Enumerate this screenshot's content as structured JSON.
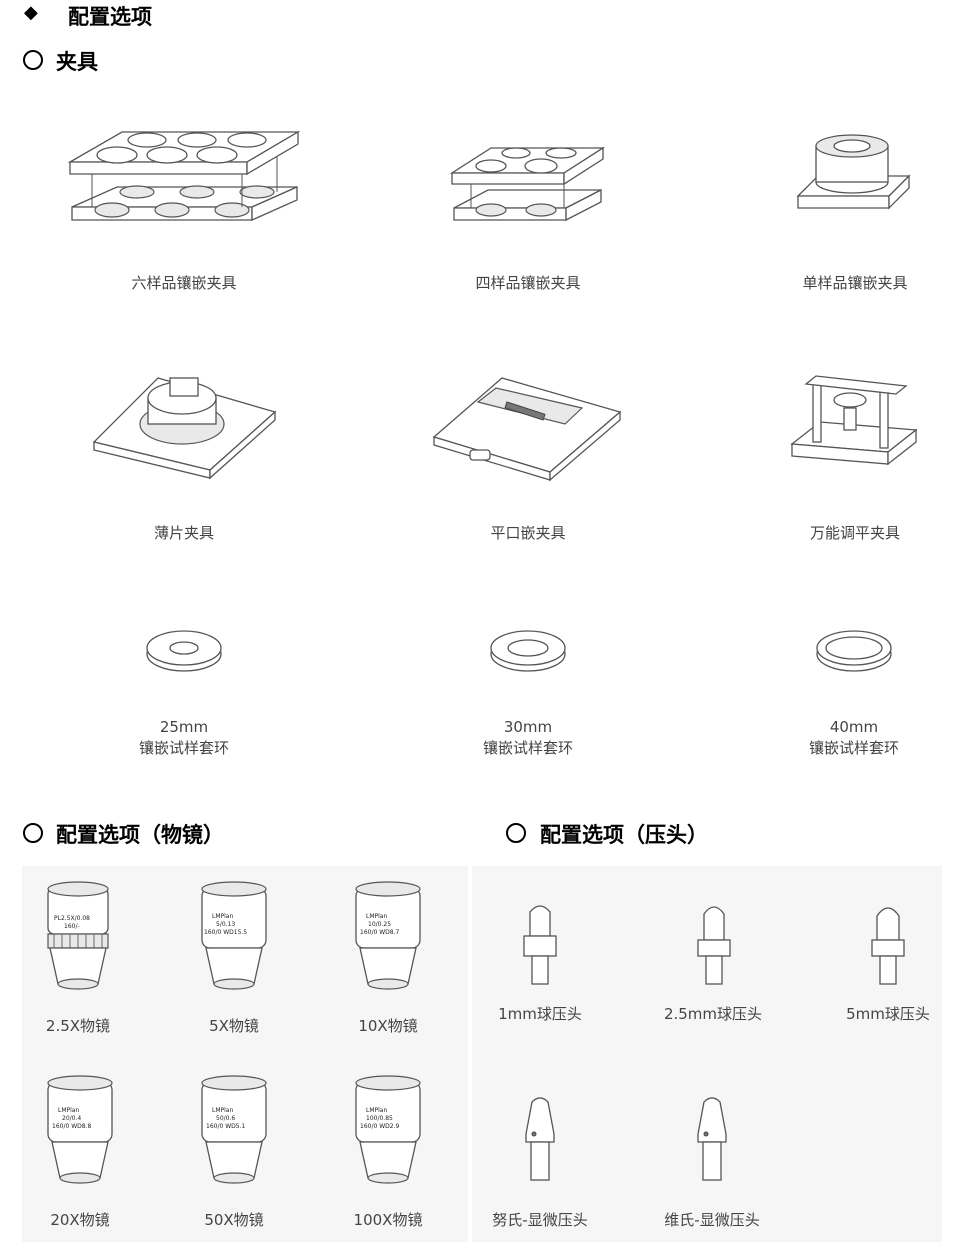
{
  "title": "配置选项",
  "section_fixtures": {
    "title": "夹具",
    "items": [
      {
        "label": "六样品镶嵌夹具"
      },
      {
        "label": "四样品镶嵌夹具"
      },
      {
        "label": "单样品镶嵌夹具"
      },
      {
        "label": "薄片夹具"
      },
      {
        "label": "平口嵌夹具"
      },
      {
        "label": "万能调平夹具"
      },
      {
        "line1": "25mm",
        "line2": "镶嵌试样套环"
      },
      {
        "line1": "30mm",
        "line2": "镶嵌试样套环"
      },
      {
        "line1": "40mm",
        "line2": "镶嵌试样套环"
      }
    ]
  },
  "section_objectives": {
    "title": "配置选项（物镜）",
    "items": [
      {
        "label": "2.5X物镜",
        "lens_text": [
          "PL2.5X/0.08",
          "160/-"
        ]
      },
      {
        "label": "5X物镜",
        "lens_text": [
          "LMPlan",
          "5/0.13",
          "160/0 WD15.5"
        ]
      },
      {
        "label": "10X物镜",
        "lens_text": [
          "LMPlan",
          "10/0.25",
          "160/0 WD8.7"
        ]
      },
      {
        "label": "20X物镜",
        "lens_text": [
          "LMPlan",
          "20/0.4",
          "160/0 WD8.8"
        ]
      },
      {
        "label": "50X物镜",
        "lens_text": [
          "LMPlan",
          "50/0.6",
          "160/0 WD5.1"
        ]
      },
      {
        "label": "100X物镜",
        "lens_text": [
          "LMPlan",
          "100/0.85",
          "160/0 WD2.9"
        ]
      }
    ]
  },
  "section_indenters": {
    "title": "配置选项（压头）",
    "items": [
      {
        "label": "1mm球压头"
      },
      {
        "label": "2.5mm球压头"
      },
      {
        "label": "5mm球压头"
      },
      {
        "label": "努氏-显微压头"
      },
      {
        "label": "维氏-显微压头"
      }
    ]
  },
  "icons": {
    "title_marker": "diamond-icon",
    "section_marker": "circle-icon"
  }
}
